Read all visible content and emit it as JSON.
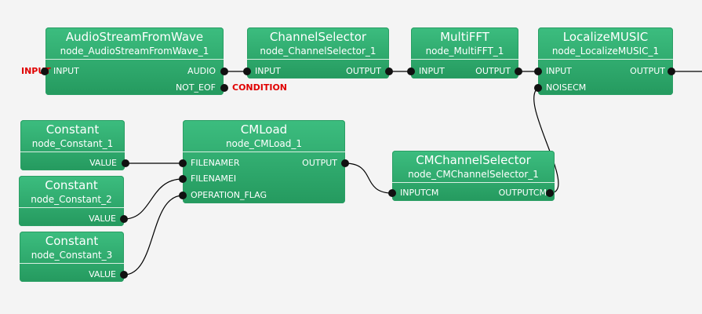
{
  "external": {
    "input_label": "INPUT",
    "condition_label": "CONDITION",
    "label_color": "#e00000"
  },
  "nodes": {
    "audio": {
      "title": "AudioStreamFromWave",
      "id": "node_AudioStreamFromWave_1",
      "in": [
        "INPUT"
      ],
      "out": [
        "AUDIO",
        "NOT_EOF"
      ]
    },
    "chsel": {
      "title": "ChannelSelector",
      "id": "node_ChannelSelector_1",
      "in": [
        "INPUT"
      ],
      "out": [
        "OUTPUT"
      ]
    },
    "fft": {
      "title": "MultiFFT",
      "id": "node_MultiFFT_1",
      "in": [
        "INPUT"
      ],
      "out": [
        "OUTPUT"
      ]
    },
    "music": {
      "title": "LocalizeMUSIC",
      "id": "node_LocalizeMUSIC_1",
      "in": [
        "INPUT",
        "NOISECM"
      ],
      "out": [
        "OUTPUT"
      ]
    },
    "c1": {
      "title": "Constant",
      "id": "node_Constant_1",
      "in": [],
      "out": [
        "VALUE"
      ]
    },
    "c2": {
      "title": "Constant",
      "id": "node_Constant_2",
      "in": [],
      "out": [
        "VALUE"
      ]
    },
    "c3": {
      "title": "Constant",
      "id": "node_Constant_3",
      "in": [],
      "out": [
        "VALUE"
      ]
    },
    "cmload": {
      "title": "CMLoad",
      "id": "node_CMLoad_1",
      "in": [
        "FILENAMER",
        "FILENAMEI",
        "OPERATION_FLAG"
      ],
      "out": [
        "OUTPUT"
      ]
    },
    "cmchsel": {
      "title": "CMChannelSelector",
      "id": "node_CMChannelSelector_1",
      "in": [
        "INPUTCM"
      ],
      "out": [
        "OUTPUTCM"
      ]
    }
  },
  "colors": {
    "node_top": "#3cbd7f",
    "node_bottom": "#259a5f",
    "wire": "#000000",
    "port_dot": "#111111",
    "background": "#f4f4f4"
  }
}
